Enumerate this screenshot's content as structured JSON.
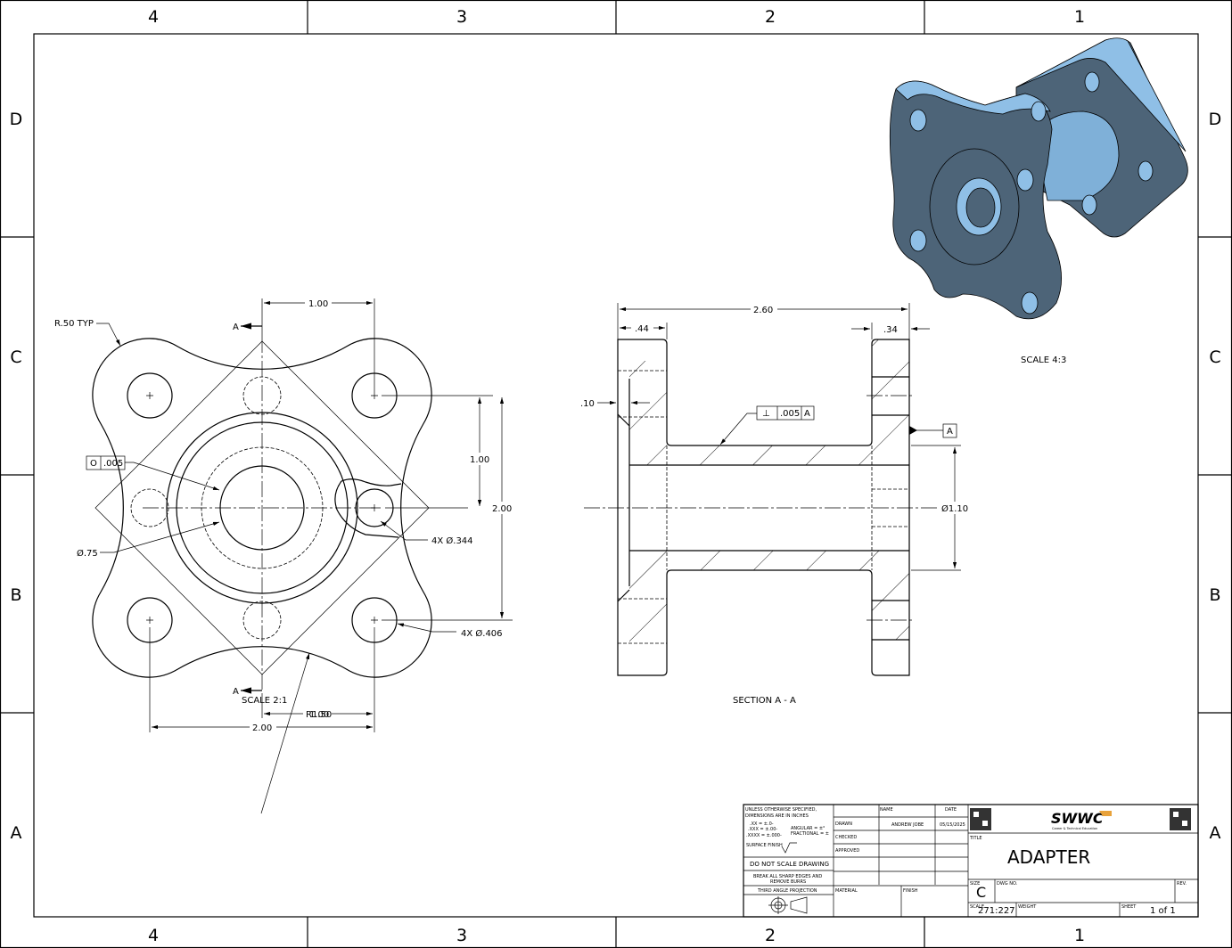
{
  "zones": {
    "columns": [
      "4",
      "3",
      "2",
      "1"
    ],
    "rows": [
      "D",
      "C",
      "B",
      "A"
    ]
  },
  "front_view": {
    "scale_label": "SCALE 2:1",
    "section_marker": "A",
    "dims": {
      "top_width": "1.00",
      "corner_radius": "R.50 TYP",
      "circularity_value": ".005",
      "circularity_symbol": "O",
      "bore_dia": "Ø.75",
      "small_hole": "4X Ø.344",
      "large_hole": "4X Ø.406",
      "vert_half": "1.00",
      "vert_full": "2.00",
      "bottom_width": "2.00",
      "arc_radius": "R1.50",
      "bottom_half": "1.00"
    }
  },
  "section_view": {
    "label": "SECTION A - A",
    "dims": {
      "overall": "2.60",
      "left_flange": ".44",
      "right_flange": ".34",
      "chamfer": ".10",
      "tube_dia": "Ø1.10",
      "perp_symbol": "⊥",
      "perp_value": ".005",
      "perp_datum": "A",
      "datum": "A"
    }
  },
  "iso_view": {
    "scale_label": "SCALE 4:3"
  },
  "colors": {
    "part_dark": "#4d6478",
    "part_light": "#8fbfe6"
  },
  "title_block": {
    "tolerance_note": [
      "UNLESS OTHERWISE SPECIFIED,",
      "DIMENSIONS ARE IN INCHES"
    ],
    "tol_xx": ".XX = ±.0-",
    "tol_xxx": ".XXX = ±.00-",
    "tol_xxxx": ".XXXX = ±.000-",
    "tol_angular": "ANGULAR = ±°",
    "tol_fractional": "FRACTIONAL = ±",
    "surface_finish": "SURFACE FINISH",
    "do_not_scale": "DO NOT SCALE DRAWING",
    "break_edges": [
      "BREAK ALL SHARP EDGES AND",
      "REMOVE BURRS"
    ],
    "projection": "THIRD ANGLE PROJECTION",
    "name_header": "NAME",
    "date_header": "DATE",
    "drawn_label": "DRAWN",
    "drawn_name": "ANDREW JOBE",
    "drawn_date": "05/15/2025",
    "checked_label": "CHECKED",
    "approved_label": "APPROVED",
    "material_label": "MATERIAL",
    "finish_label": "FINISH",
    "logo_text": "SWWC",
    "logo_sub": "Career & Technical Education",
    "title_label": "TITLE",
    "title": "ADAPTER",
    "size_label": "SIZE",
    "size": "C",
    "dwg_no_label": "DWG NO.",
    "rev_label": "REV.",
    "scale_label": "SCALE",
    "scale": "271:227",
    "weight_label": "WEIGHT",
    "sheet_label": "SHEET",
    "sheet": "1 of 1"
  }
}
